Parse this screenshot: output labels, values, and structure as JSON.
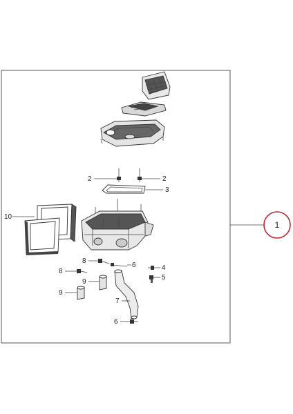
{
  "diagram": {
    "callouts": {
      "c1": "1",
      "c2a": "2",
      "c2b": "2",
      "c3": "3",
      "c4": "4",
      "c5": "5",
      "c6a": "6",
      "c6b": "6",
      "c7": "7",
      "c8a": "8",
      "c8b": "8",
      "c9a": "9",
      "c9b": "9",
      "c10": "10"
    },
    "colors": {
      "frame": "#555555",
      "highlight_circle": "#c0262d",
      "part_fill": "#e6e6e6",
      "part_dark": "#3a3a3a"
    }
  }
}
